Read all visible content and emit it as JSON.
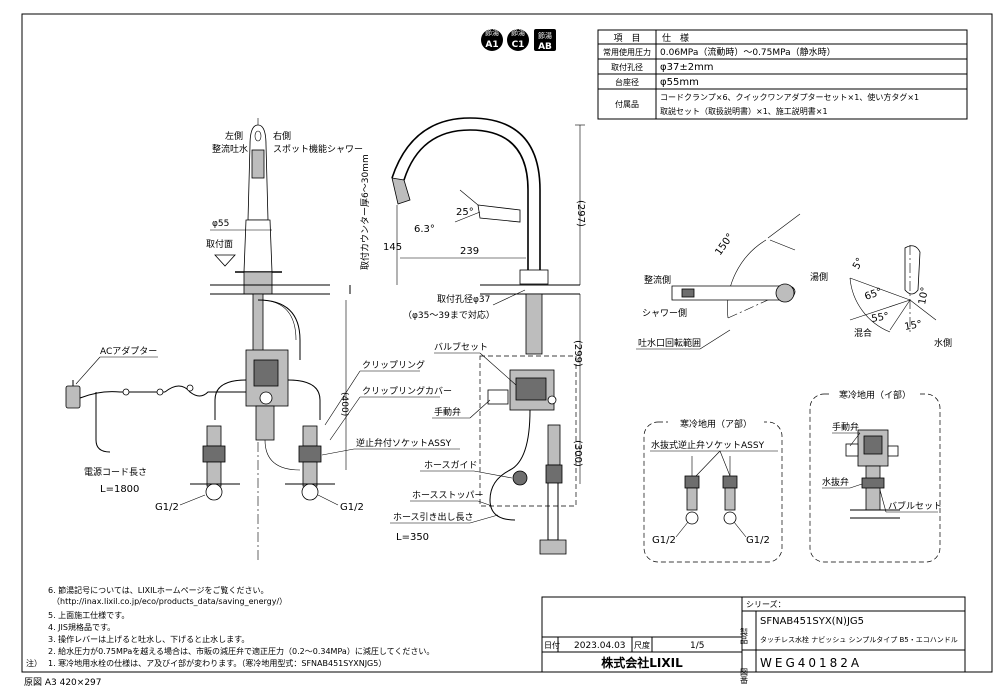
{
  "badges": [
    {
      "top": "節湯",
      "code": "A1"
    },
    {
      "top": "節湯",
      "code": "C1"
    },
    {
      "top": "節湯",
      "code": "AB"
    }
  ],
  "spec_table": {
    "header": [
      "項　目",
      "仕　様"
    ],
    "rows": [
      [
        "常用使用圧力",
        "0.06MPa（流動時）～0.75MPa（静水時）"
      ],
      [
        "取付孔径",
        "φ37±2mm"
      ],
      [
        "台座径",
        "φ55mm"
      ],
      [
        "付属品",
        "コードクランプ×6、クイックワンアダプターセット×1、使い方タグ×1",
        "取説セット（取扱説明書）×1、施工説明書×1"
      ]
    ]
  },
  "front_view": {
    "left_side": "左側",
    "left_side_mode": "整流吐水",
    "right_side": "右側",
    "right_side_mode": "スポット機能シャワー",
    "diameter": "φ55",
    "mount_surface": "取付面",
    "counter_thickness": "取付カウンター厚6～30mm",
    "ac_adapter": "ACアダプター",
    "power_cord": "電源コード長さ",
    "power_cord_length": "L=1800",
    "g_left": "G1/2",
    "g_right": "G1/2",
    "dim_400": "(400)",
    "clip_ring": "クリップリング",
    "clip_ring_cover": "クリップリングカバー",
    "check_valve_socket": "逆止弁付ソケットASSY"
  },
  "side_view": {
    "dim_297": "(297)",
    "dim_145": "145",
    "dim_239": "239",
    "angle_25": "25°",
    "angle_63": "6.3°",
    "mount_hole": "取付孔径φ37",
    "mount_hole_range": "（φ35～39まで対応）",
    "dim_299": "(299)",
    "dim_300": "(300)",
    "bubble_set": "バルブセット",
    "hand_valve": "手動弁",
    "hose_guide": "ホースガイド",
    "hose_stopper": "ホースストッパー",
    "hose_pull_length": "ホース引き出し長さ",
    "hose_length": "L=350"
  },
  "top_view": {
    "angle_150": "150°",
    "straight": "整流側",
    "shower": "シャワー側",
    "rotation_range": "吐水口回転範囲"
  },
  "lever_view": {
    "hot": "湯側",
    "angle_5": "5°",
    "angle_65": "65°",
    "angle_10": "10°",
    "angle_55": "55°",
    "angle_15": "15°",
    "mix": "混合",
    "water": "水側"
  },
  "cold_a": {
    "title": "寒冷地用（ア部）",
    "socket": "水抜式逆止弁ソケットASSY",
    "g_left": "G1/2",
    "g_right": "G1/2"
  },
  "cold_i": {
    "title": "寒冷地用（イ部）",
    "hand_valve": "手動弁",
    "drain_valve": "水抜弁",
    "bubble_set": "バブルセット"
  },
  "notes": [
    "6. 節湯記号については、LIXILホームページをご覧ください。",
    "（http://inax.lixil.co.jp/eco/products_data/saving_energy/）",
    "5. 上面施工仕様です。",
    "4. JIS規格品です。",
    "3. 操作レバーは上げると吐水し、下げると止水します。",
    "2. 給水圧力が0.75MPaを越える場合は、市販の減圧弁で適正圧力（0.2～0.34MPa）に減圧してください。",
    "1. 寒冷地用水栓の仕様は、ア及びイ部が変わります。（寒冷地用型式：SFNAB451SYXNJG5）"
  ],
  "notes_prefix": "注）",
  "original": "原図 A3 420×297",
  "title_block": {
    "series_label": "シリーズ：",
    "product_label": "製品",
    "product": "SFNAB451SYX(N)JG5",
    "product_desc": "タッチレス水栓 ナビッシュ シンプルタイプ B5・エコハンドル",
    "date_label": "日付",
    "date": "2023.04.03",
    "scale_label": "尺度",
    "scale": "1/5",
    "company": "株式会社LIXIL",
    "drawing_label": "図番",
    "drawing_no": "WEG40182A"
  }
}
